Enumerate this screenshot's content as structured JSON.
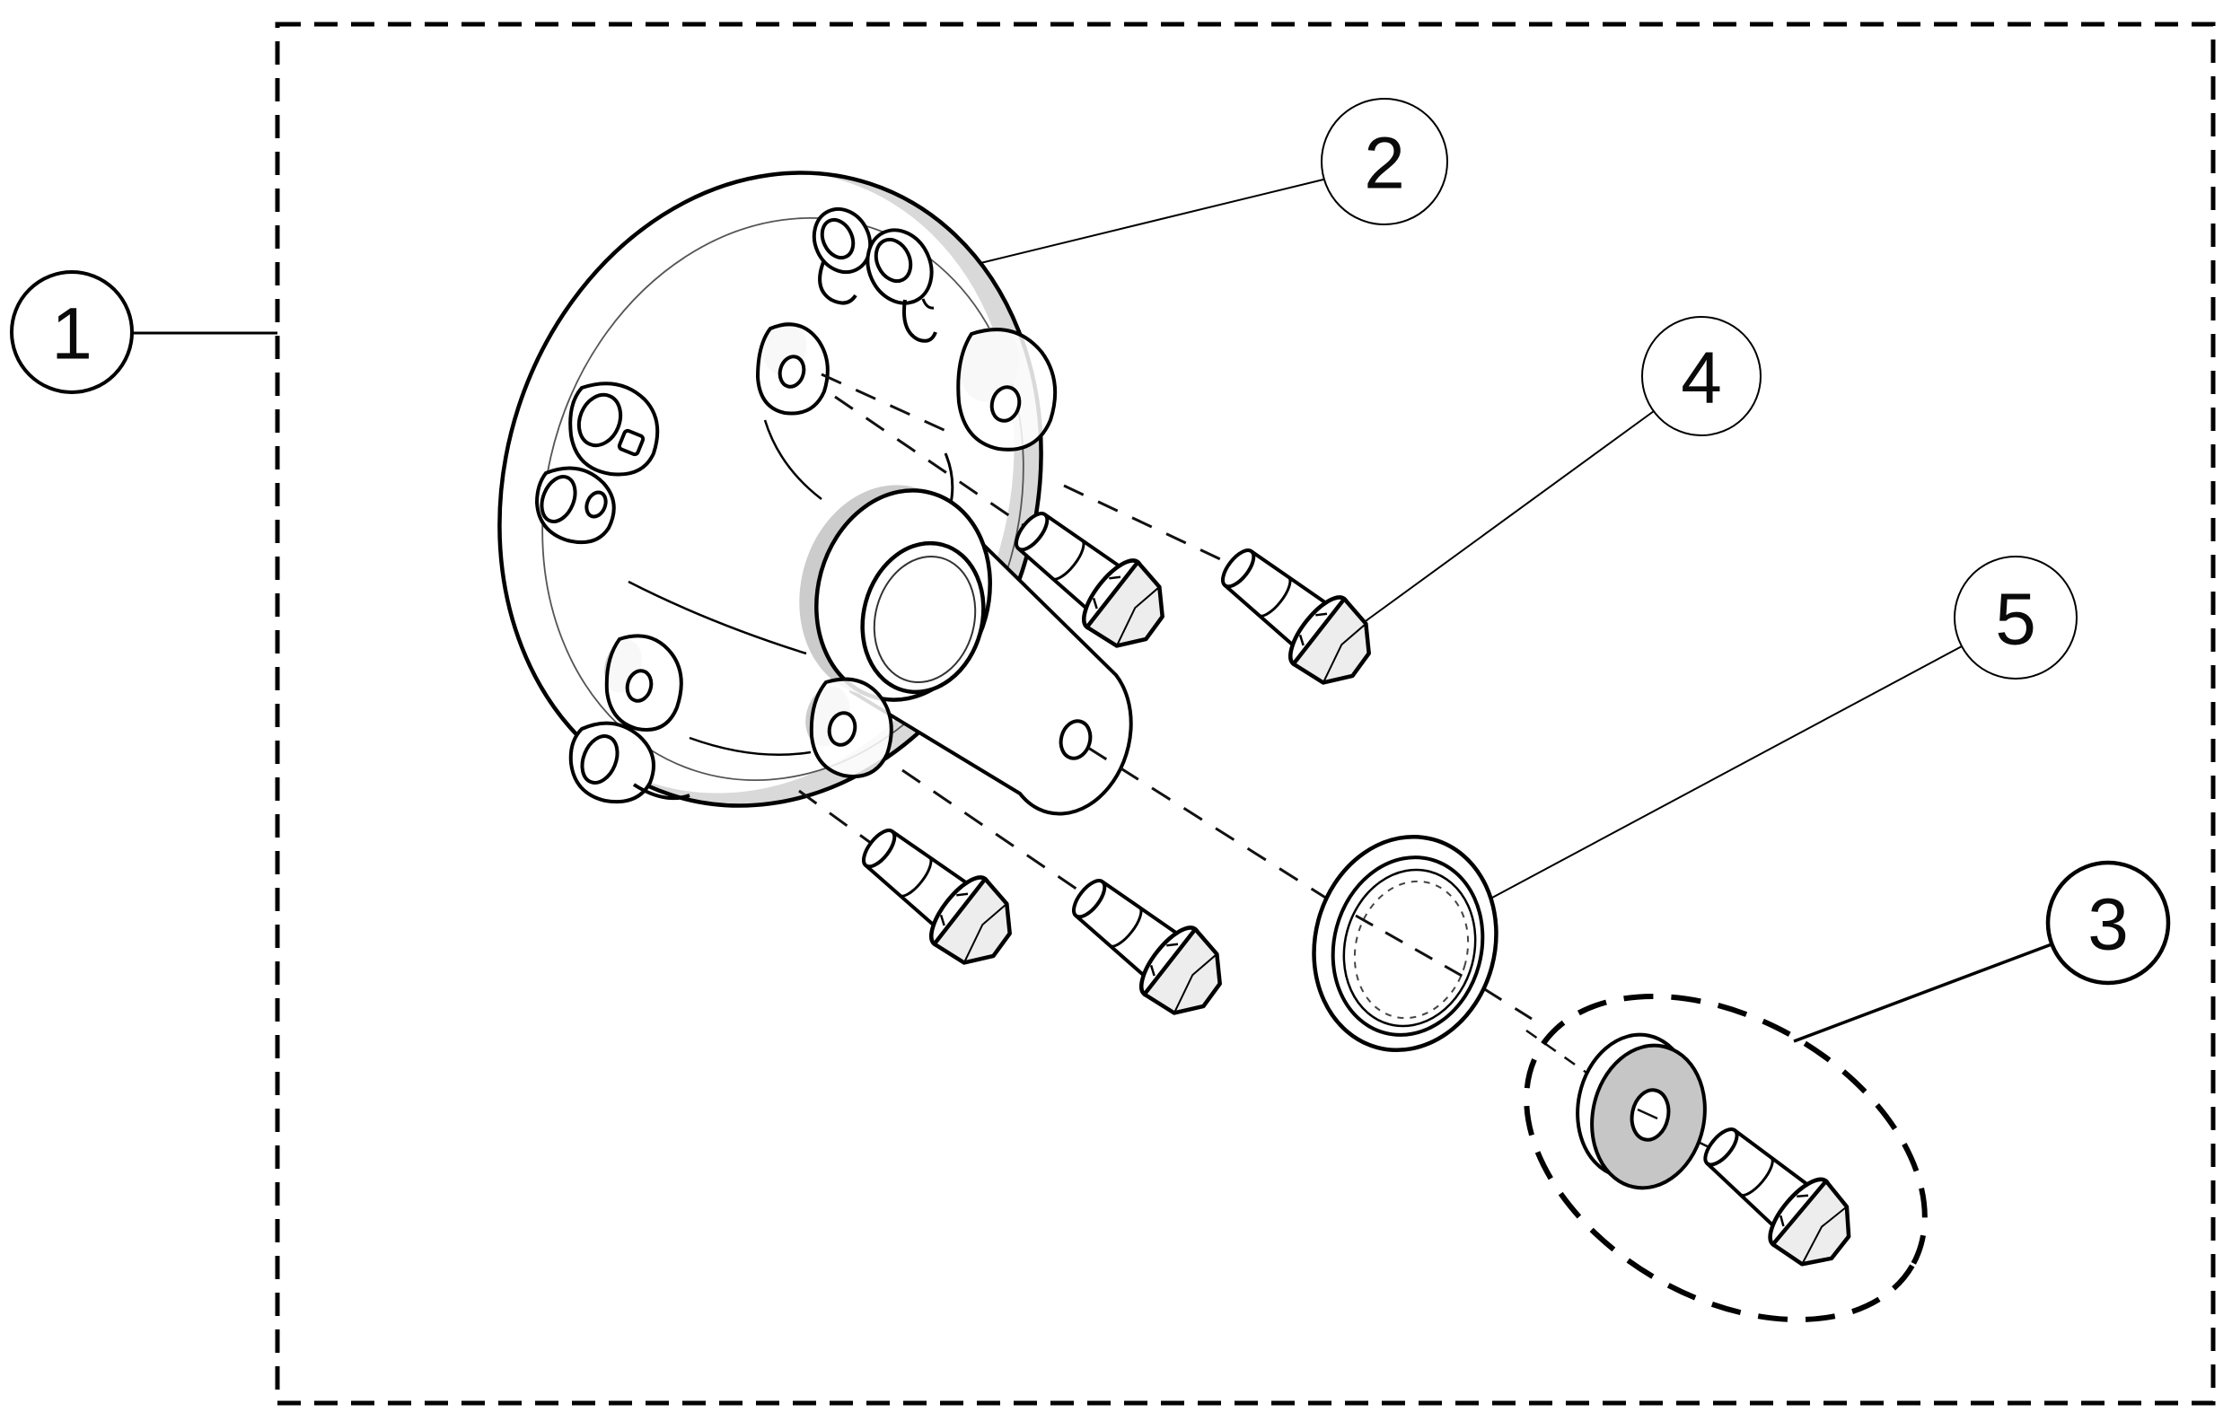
{
  "diagram": {
    "type": "exploded-parts-diagram",
    "colors": {
      "background": "#ffffff",
      "line": "#000000",
      "shade_light": "#d9d9d9",
      "shade_mid": "#cccccc",
      "washer_face": "#c6c6c6",
      "bolt_head_face": "#ededed"
    },
    "boundary_style": "dashed-rectangle",
    "callouts": [
      {
        "label": "1"
      },
      {
        "label": "2"
      },
      {
        "label": "3"
      },
      {
        "label": "4"
      },
      {
        "label": "5"
      }
    ],
    "parts_depicted": {
      "assembly_boundary": 1,
      "hub_spindle_housing": 1,
      "flange_bolts": 4,
      "seal_ring": 1,
      "washer_and_bolt_group": 1
    }
  }
}
